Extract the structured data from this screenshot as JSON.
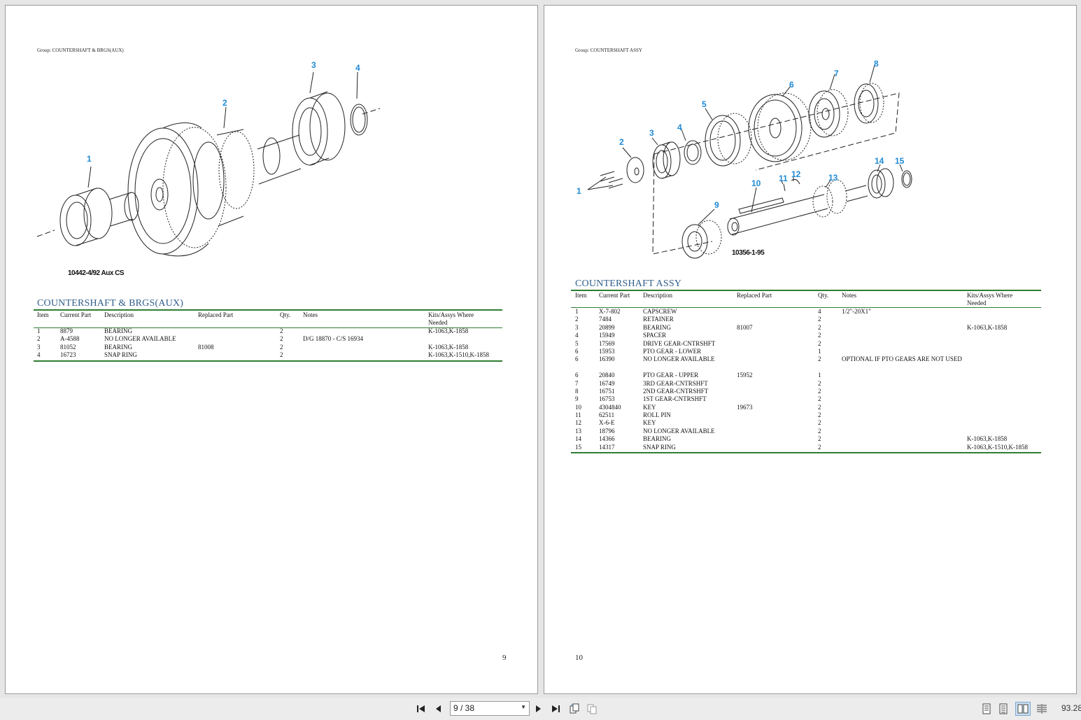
{
  "viewer": {
    "page_indicator": "9 / 38",
    "zoom": "93.28"
  },
  "left_page": {
    "group_label": "Group: COUNTERSHAFT & BRGS(AUX)",
    "figure_caption": "10442-4/92 Aux CS",
    "callouts": [
      "1",
      "2",
      "3",
      "4"
    ],
    "section_title": "COUNTERSHAFT & BRGS(AUX)",
    "page_number": "9",
    "headers": {
      "item": "Item",
      "current": "Current Part",
      "desc": "Description",
      "replaced": "Replaced Part",
      "qty": "Qty.",
      "notes": "Notes",
      "kits": "Kits/Assys Where Needed"
    },
    "rows": [
      {
        "item": "1",
        "current": "8879",
        "desc": "BEARING",
        "replaced": "",
        "qty": "2",
        "notes": "",
        "kits": "K-1063,K-1858"
      },
      {
        "item": "2",
        "current": "A-4588",
        "desc": "NO LONGER AVAILABLE",
        "replaced": "",
        "qty": "2",
        "notes": "D/G 18870 - C/S 16934",
        "kits": ""
      },
      {
        "item": "3",
        "current": "81052",
        "desc": "BEARING",
        "replaced": "81008",
        "qty": "2",
        "notes": "",
        "kits": "K-1063,K-1858"
      },
      {
        "item": "4",
        "current": "16723",
        "desc": "SNAP RING",
        "replaced": "",
        "qty": "2",
        "notes": "",
        "kits": "K-1063,K-1510,K-1858"
      }
    ]
  },
  "right_page": {
    "group_label": "Group: COUNTERSHAFT ASSY",
    "figure_caption": "10356-1-95",
    "callouts": [
      "1",
      "2",
      "3",
      "4",
      "5",
      "6",
      "7",
      "8",
      "9",
      "10",
      "11",
      "12",
      "13",
      "14",
      "15"
    ],
    "section_title": "COUNTERSHAFT ASSY",
    "page_number": "10",
    "headers": {
      "item": "Item",
      "current": "Current Part",
      "desc": "Description",
      "replaced": "Replaced Part",
      "qty": "Qty.",
      "notes": "Notes",
      "kits": "Kits/Assys Where Needed"
    },
    "rows": [
      {
        "item": "1",
        "current": "X-7-802",
        "desc": "CAPSCREW",
        "replaced": "",
        "qty": "4",
        "notes": "1/2\"-20X1\"",
        "kits": ""
      },
      {
        "item": "2",
        "current": "7484",
        "desc": "RETAINER",
        "replaced": "",
        "qty": "2",
        "notes": "",
        "kits": ""
      },
      {
        "item": "3",
        "current": "20899",
        "desc": "BEARING",
        "replaced": "81007",
        "qty": "2",
        "notes": "",
        "kits": "K-1063,K-1858"
      },
      {
        "item": "4",
        "current": "15949",
        "desc": "SPACER",
        "replaced": "",
        "qty": "2",
        "notes": "",
        "kits": ""
      },
      {
        "item": "5",
        "current": "17569",
        "desc": "DRIVE GEAR-CNTRSHFT",
        "replaced": "",
        "qty": "2",
        "notes": "",
        "kits": ""
      },
      {
        "item": "6",
        "current": "15953",
        "desc": "PTO GEAR - LOWER",
        "replaced": "",
        "qty": "1",
        "notes": "",
        "kits": ""
      },
      {
        "item": "6",
        "current": "16390",
        "desc": "NO LONGER AVAILABLE",
        "replaced": "",
        "qty": "2",
        "notes": "OPTIONAL IF PTO GEARS ARE NOT USED",
        "kits": "",
        "tall": true
      },
      {
        "item": "6",
        "current": "20840",
        "desc": "PTO GEAR - UPPER",
        "replaced": "15952",
        "qty": "1",
        "notes": "",
        "kits": ""
      },
      {
        "item": "7",
        "current": "16749",
        "desc": "3RD GEAR-CNTRSHFT",
        "replaced": "",
        "qty": "2",
        "notes": "",
        "kits": ""
      },
      {
        "item": "8",
        "current": "16751",
        "desc": "2ND GEAR-CNTRSHFT",
        "replaced": "",
        "qty": "2",
        "notes": "",
        "kits": ""
      },
      {
        "item": "9",
        "current": "16753",
        "desc": "1ST GEAR-CNTRSHFT",
        "replaced": "",
        "qty": "2",
        "notes": "",
        "kits": ""
      },
      {
        "item": "10",
        "current": "4304840",
        "desc": "KEY",
        "replaced": "19673",
        "qty": "2",
        "notes": "",
        "kits": ""
      },
      {
        "item": "11",
        "current": "62511",
        "desc": "ROLL PIN",
        "replaced": "",
        "qty": "2",
        "notes": "",
        "kits": ""
      },
      {
        "item": "12",
        "current": "X-6-E",
        "desc": "KEY",
        "replaced": "",
        "qty": "2",
        "notes": "",
        "kits": ""
      },
      {
        "item": "13",
        "current": "18796",
        "desc": "NO LONGER AVAILABLE",
        "replaced": "",
        "qty": "2",
        "notes": "",
        "kits": ""
      },
      {
        "item": "14",
        "current": "14366",
        "desc": "BEARING",
        "replaced": "",
        "qty": "2",
        "notes": "",
        "kits": "K-1063,K-1858"
      },
      {
        "item": "15",
        "current": "14317",
        "desc": "SNAP RING",
        "replaced": "",
        "qty": "2",
        "notes": "",
        "kits": "K-1063,K-1510,K-1858"
      }
    ]
  },
  "icons": {
    "first_page": "first-page-icon",
    "prev_page": "prev-page-icon",
    "next_page": "next-page-icon",
    "last_page": "last-page-icon",
    "view_modes": [
      "single-page-icon",
      "continuous-icon",
      "two-page-icon",
      "two-page-continuous-icon"
    ]
  },
  "colors": {
    "title_blue": "#2f5d8a",
    "rule_green": "#2e7d32",
    "callout_blue": "#1e8ad6"
  }
}
